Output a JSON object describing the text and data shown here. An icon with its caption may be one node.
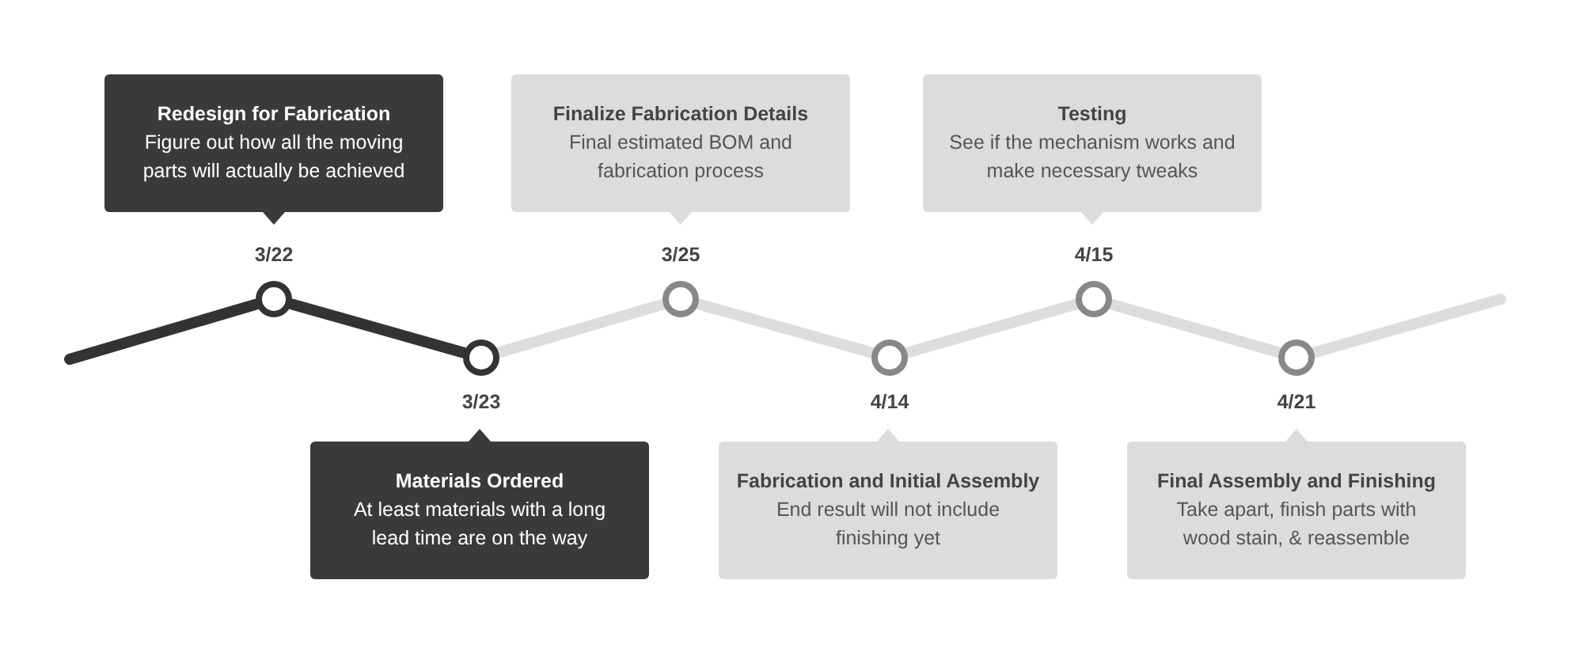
{
  "diagram": {
    "nodes": [
      {
        "text": [
          "Redesign for Fabrication",
          "Figure out how all the moving parts will actually be achieved"
        ],
        "beside": [
          "3/22"
        ]
      },
      {
        "text": [
          "Materials Ordered",
          "At least materials with a long lead time are on the way"
        ],
        "beside": [
          "3/23"
        ]
      },
      {
        "text": [
          "Finalize Fabrication Details",
          "Final estimated BOM and fabrication process"
        ],
        "beside": [
          "3/25"
        ]
      },
      {
        "text": [
          "Fabrication and Initial Assembly",
          "End result will not include finishing yet"
        ],
        "beside": [
          "4/14"
        ]
      },
      {
        "text": [
          "Testing",
          "See if the mechanism works and make necessary tweaks"
        ],
        "beside": [
          "4/15"
        ]
      },
      {
        "text": [
          "Final Assembly and Finishing",
          "Take apart, finish parts with wood stain, & reassemble"
        ],
        "beside": [
          "4/21"
        ]
      },
      {
        "text": [],
        "shape": "circle"
      },
      {
        "text": [],
        "shape": "circle"
      },
      {
        "text": [],
        "shape": "circle"
      },
      {
        "text": [],
        "shape": "circle"
      },
      {
        "text": [],
        "shape": "circle"
      },
      {
        "text": [],
        "shape": "circle"
      }
    ],
    "edges": [
      {
        "from": null,
        "to": 6,
        "arrow": "none",
        "color": "#333333"
      },
      {
        "from": 6,
        "to": 7,
        "arrow": "none",
        "color": "#333333"
      },
      {
        "from": 7,
        "to": 8,
        "arrow": "none"
      },
      {
        "from": 8,
        "to": 9,
        "arrow": "none"
      },
      {
        "from": 9,
        "to": 10,
        "arrow": "none"
      },
      {
        "from": 10,
        "to": 11,
        "arrow": "none"
      },
      {
        "from": 11,
        "to": null,
        "arrow": "none"
      }
    ]
  }
}
